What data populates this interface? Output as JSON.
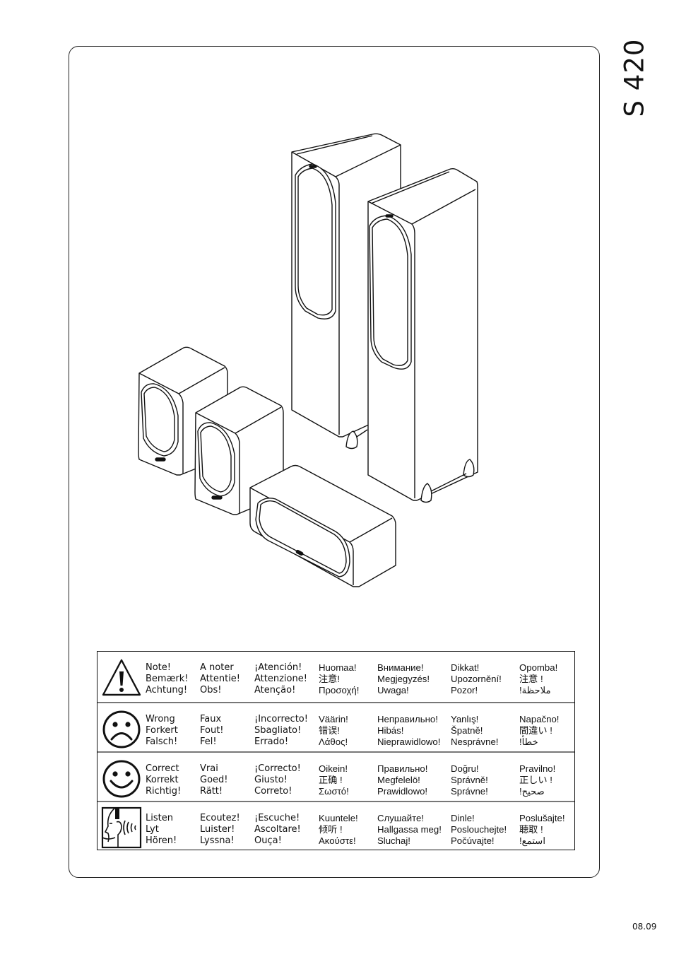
{
  "document": {
    "model": "S 420",
    "date_code": "08.09"
  },
  "illustration": {
    "description": "Isometric line drawing of a speaker set: two floor-standing speakers, two bookshelf speakers, one center speaker",
    "items": [
      "floorstanding-speaker-left",
      "floorstanding-speaker-right",
      "bookshelf-speaker-left",
      "bookshelf-speaker-right",
      "center-speaker"
    ]
  },
  "legend": {
    "rows": [
      {
        "icon": "warning-triangle-icon",
        "columns": [
          [
            "Note!",
            "Bemærk!",
            "Achtung!"
          ],
          [
            "A noter",
            "Attentie!",
            "Obs!"
          ],
          [
            "¡Atención!",
            "Attenzione!",
            "Atenção!"
          ],
          [
            "Huomaa!",
            "注意!",
            "Προσοχή!"
          ],
          [
            "Внимание!",
            "Megjegyzés!",
            "Uwaga!"
          ],
          [
            "Dikkat!",
            "Upozornění!",
            "Pozor!"
          ],
          [
            "Opomba!",
            "注意 !",
            "!ملاحظة"
          ]
        ]
      },
      {
        "icon": "sad-face-icon",
        "columns": [
          [
            "Wrong",
            "Forkert",
            "Falsch!"
          ],
          [
            "Faux",
            "Fout!",
            "Fel!"
          ],
          [
            "¡Incorrecto!",
            "Sbagliato!",
            "Errado!"
          ],
          [
            "Väärin!",
            "错误!",
            "Λάθος!"
          ],
          [
            "Неправильно!",
            "Hibás!",
            "Nieprawidlowo!"
          ],
          [
            "Yanlış!",
            "Špatně!",
            "Nesprávne!"
          ],
          [
            "Napačno!",
            "間違い !",
            "!خطأ"
          ]
        ]
      },
      {
        "icon": "happy-face-icon",
        "columns": [
          [
            "Correct",
            "Korrekt",
            "Richtig!"
          ],
          [
            "Vrai",
            "Goed!",
            "Rätt!"
          ],
          [
            "¡Correcto!",
            "Giusto!",
            "Correto!"
          ],
          [
            "Oikein!",
            "正确 !",
            "Σωστό!"
          ],
          [
            "Правильно!",
            "Megfelelö!",
            "Prawidlowo!"
          ],
          [
            "Doğru!",
            "Správně!",
            "Správne!"
          ],
          [
            "Pravilno!",
            "正しい !",
            "!صحيح"
          ]
        ]
      },
      {
        "icon": "listen-ear-icon",
        "columns": [
          [
            "Listen",
            "Lyt",
            "Hören!"
          ],
          [
            "Ecoutez!",
            "Luister!",
            "Lyssna!"
          ],
          [
            "¡Escuche!",
            "Ascoltare!",
            "Ouça!"
          ],
          [
            "Kuuntele!",
            "倾听 !",
            "Ακούστε!"
          ],
          [
            "Слушайте!",
            "Hallgassa meg!",
            "Sluchaj!"
          ],
          [
            "Dinle!",
            "Poslouchejte!",
            "Počúvajte!"
          ],
          [
            "Poslušajte!",
            "聴取 !",
            "!استمع"
          ]
        ]
      }
    ]
  }
}
